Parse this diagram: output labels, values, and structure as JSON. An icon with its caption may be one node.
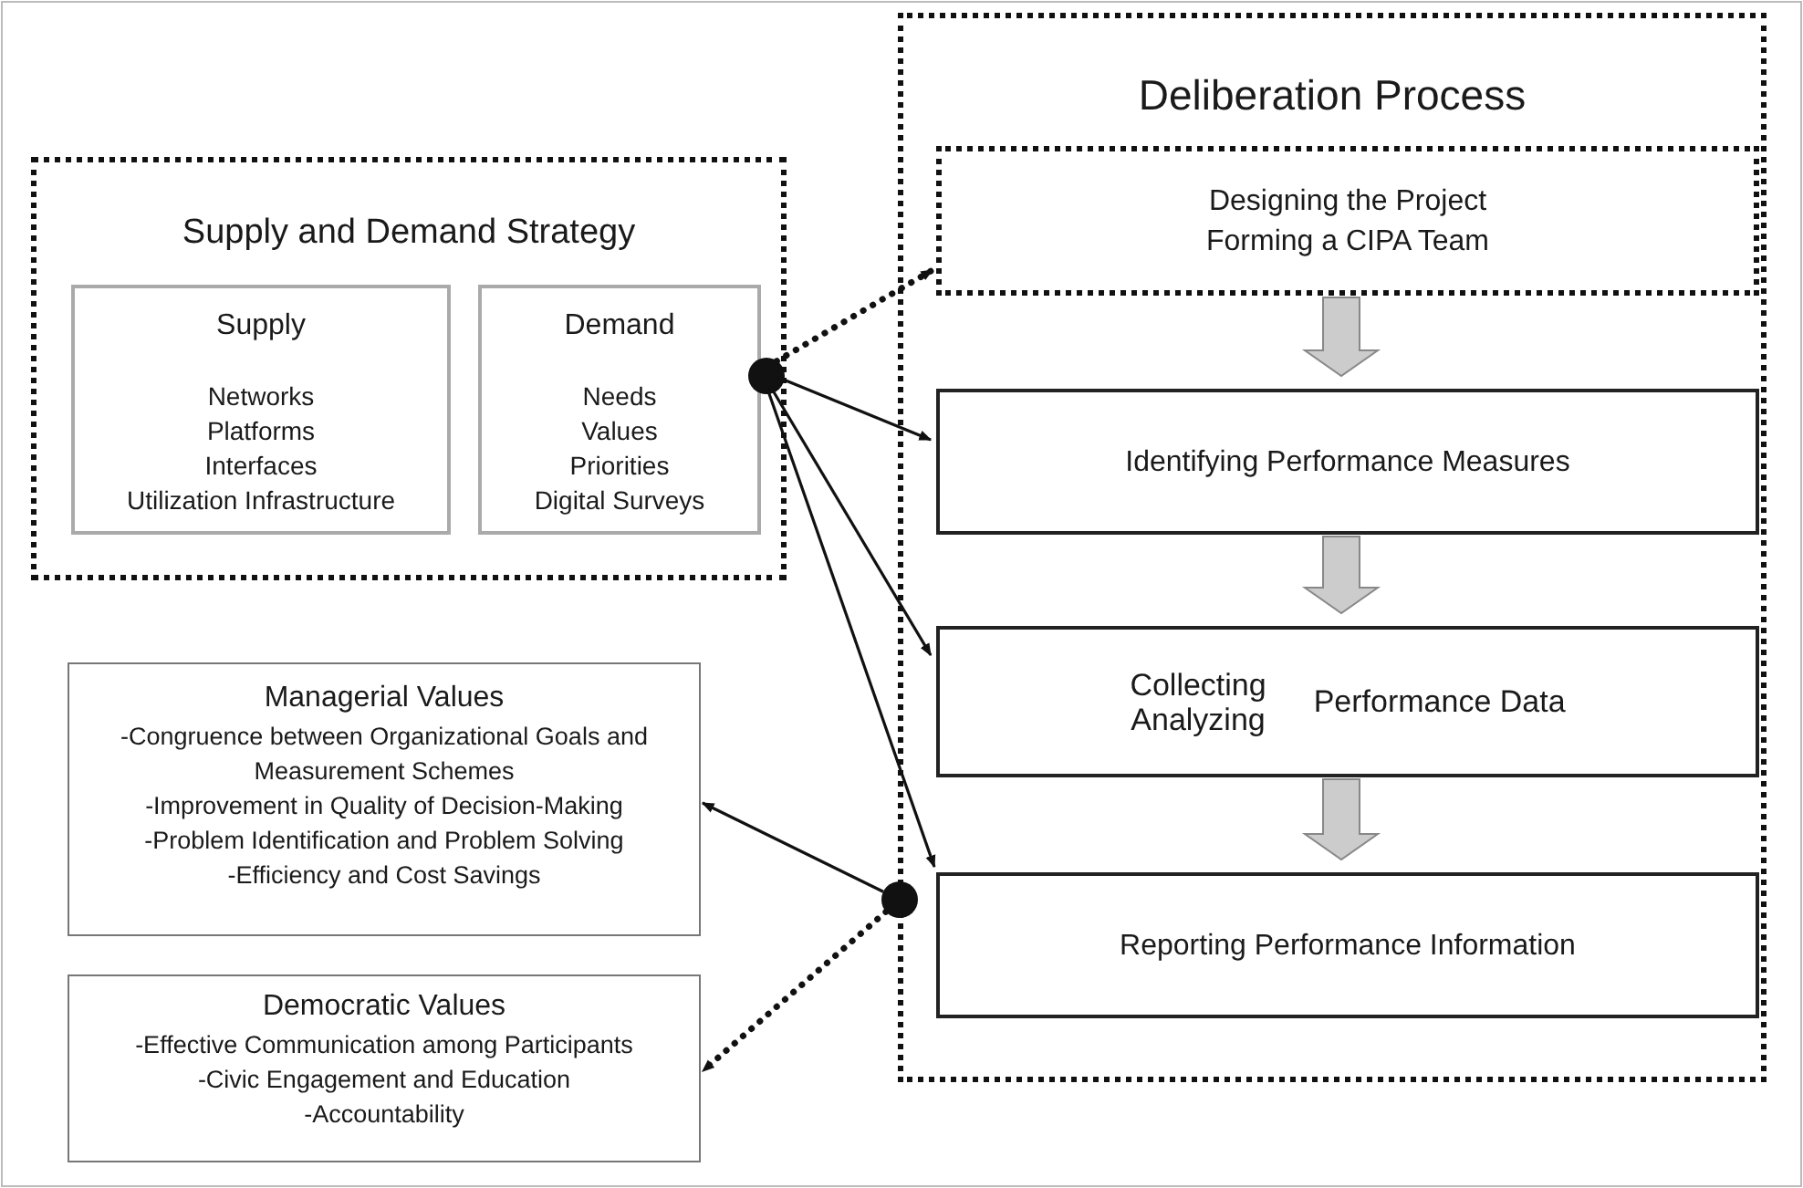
{
  "diagram": {
    "nodes": [
      {
        "text": [
          "Supply and Demand Strategy"
        ]
      },
      {
        "text": [
          "Supply",
          "Networks",
          "Platforms",
          "Interfaces",
          "Utilization Infrastructure"
        ],
        "in": 0
      },
      {
        "text": [
          "Demand",
          "Needs",
          "Values",
          "Priorities",
          "Digital Surveys"
        ],
        "in": 0
      },
      {
        "text": [
          "Deliberation Process"
        ]
      },
      {
        "text": [
          "Designing the Project",
          "Forming a CIPA Team"
        ],
        "in": 3
      },
      {
        "text": [
          "Identifying Performance Measures"
        ],
        "in": 3
      },
      {
        "text": [
          "Collecting",
          "Analyzing",
          "Performance Data"
        ],
        "in": 3
      },
      {
        "text": [
          "Reporting Performance Information"
        ],
        "in": 3
      },
      {
        "text": [
          "Managerial Values",
          "-Congruence between Organizational Goals and Measurement Schemes",
          "-Improvement in Quality of Decision-Making",
          "-Problem Identification and Problem Solving",
          "-Efficiency and Cost Savings"
        ]
      },
      {
        "text": [
          "Democratic Values",
          "-Effective Communication among Participants",
          "-Civic Engagement and Education",
          "-Accountability"
        ]
      },
      {
        "text": [],
        "shape": "circle",
        "in": 0
      },
      {
        "text": [],
        "shape": "circle"
      }
    ],
    "edges": [
      {
        "from": 10,
        "to": 4,
        "arrow": "to",
        "style": "dashed"
      },
      {
        "from": 10,
        "to": 5,
        "arrow": "to"
      },
      {
        "from": 10,
        "to": 6,
        "arrow": "to"
      },
      {
        "from": 10,
        "to": 7,
        "arrow": "to"
      },
      {
        "from": 4,
        "to": 5,
        "arrow": "to",
        "style": "thick",
        "color": "#cccccc"
      },
      {
        "from": 5,
        "to": 6,
        "arrow": "to",
        "style": "thick",
        "color": "#cccccc"
      },
      {
        "from": 6,
        "to": 7,
        "arrow": "to",
        "style": "thick",
        "color": "#cccccc"
      },
      {
        "from": 11,
        "to": 8,
        "arrow": "to"
      },
      {
        "from": 11,
        "to": 9,
        "arrow": "to",
        "style": "dashed"
      }
    ]
  }
}
